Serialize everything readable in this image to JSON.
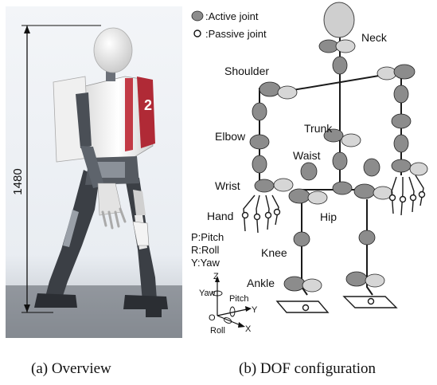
{
  "photo": {
    "height_label": "1480",
    "backpack_text": "2"
  },
  "diagram": {
    "legend": {
      "active": ":Active joint",
      "passive": ":Passive joint"
    },
    "labels": {
      "neck": "Neck",
      "shoulder": "Shoulder",
      "trunk": "Trunk",
      "elbow": "Elbow",
      "waist": "Waist",
      "wrist": "Wrist",
      "hand": "Hand",
      "hip": "Hip",
      "knee": "Knee",
      "ankle": "Ankle"
    },
    "key": {
      "pitch": "P:Pitch",
      "roll": "R:Roll",
      "yaw": "Y:Yaw"
    },
    "axes": {
      "z": "Z",
      "y": "Y",
      "x": "X",
      "o": "O",
      "yaw": "Yaw",
      "pitch": "Pitch",
      "roll": "Roll"
    }
  },
  "captions": {
    "a": "(a) Overview",
    "b": "(b) DOF configuration"
  },
  "colors": {
    "joint_dark": "#8c8c8c",
    "joint_light": "#d6d6d6",
    "link": "#1a1a1a",
    "photo_bg": "#eef1f4",
    "floor": "#4a4f55"
  }
}
